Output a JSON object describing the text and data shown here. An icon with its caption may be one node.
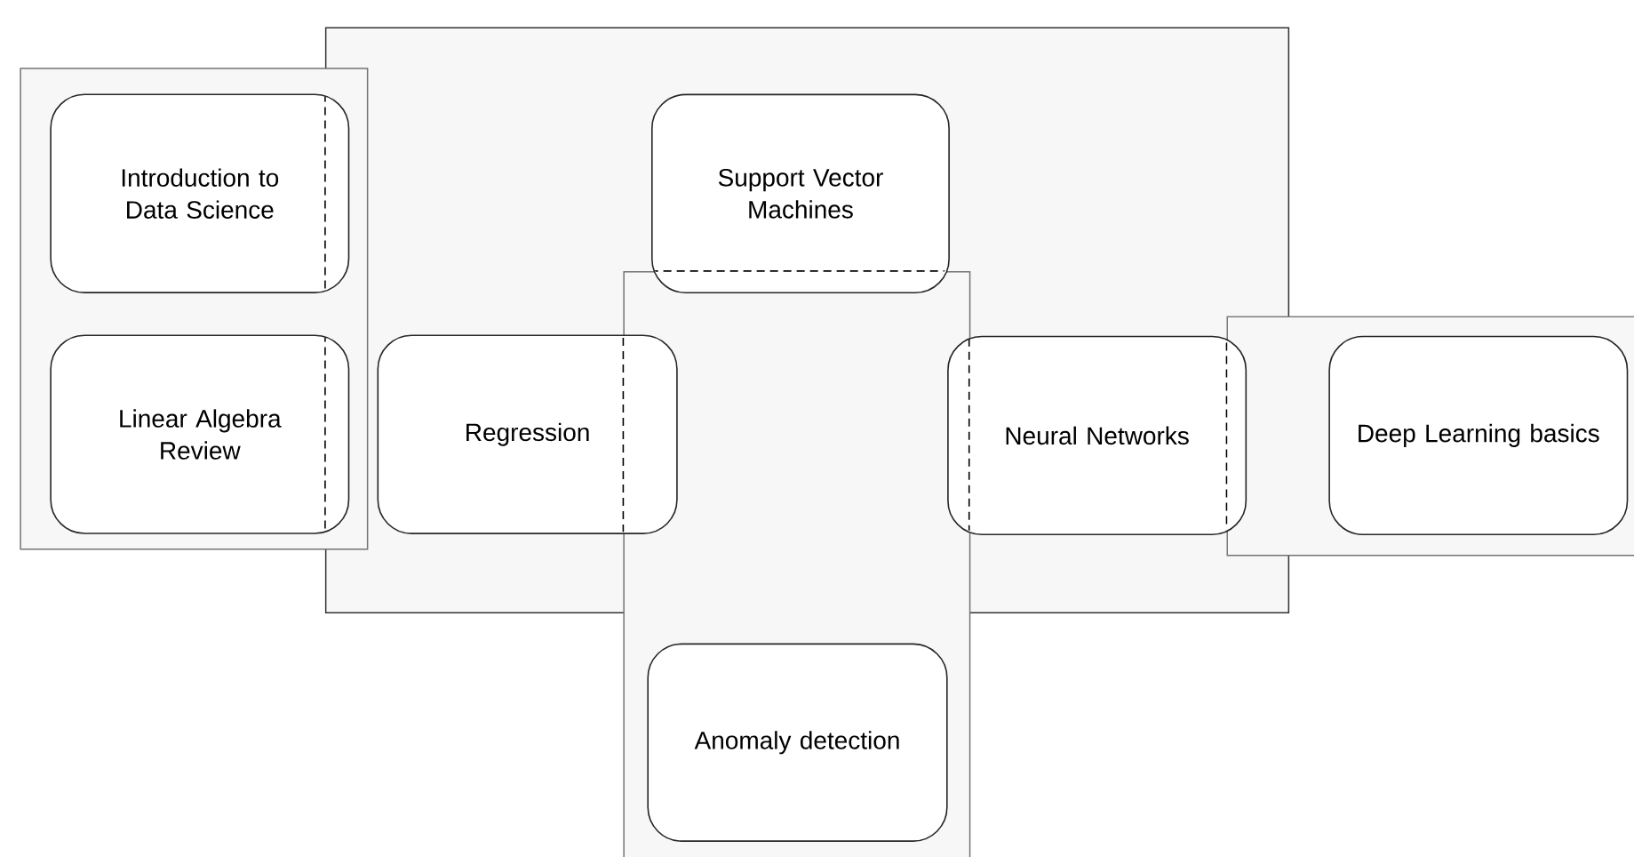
{
  "diagram": {
    "nodes": [
      {
        "text": [],
        "shape": "box"
      },
      {
        "text": [],
        "shape": "box"
      },
      {
        "text": [
          "Introduction to Data Science"
        ],
        "in": 1
      },
      {
        "text": [
          "Linear Algebra Review"
        ],
        "in": 1
      },
      {
        "text": [
          "Support Vector Machines"
        ],
        "in": 0
      },
      {
        "text": [],
        "shape": "box"
      },
      {
        "text": [
          "Regression"
        ],
        "in": 0
      },
      {
        "text": [
          "Neural Networks"
        ],
        "in": 0
      },
      {
        "text": [],
        "shape": "box"
      },
      {
        "text": [
          "Deep Learning basics"
        ],
        "in": 8
      },
      {
        "text": [
          "Anomaly detection"
        ],
        "in": 5
      }
    ]
  }
}
